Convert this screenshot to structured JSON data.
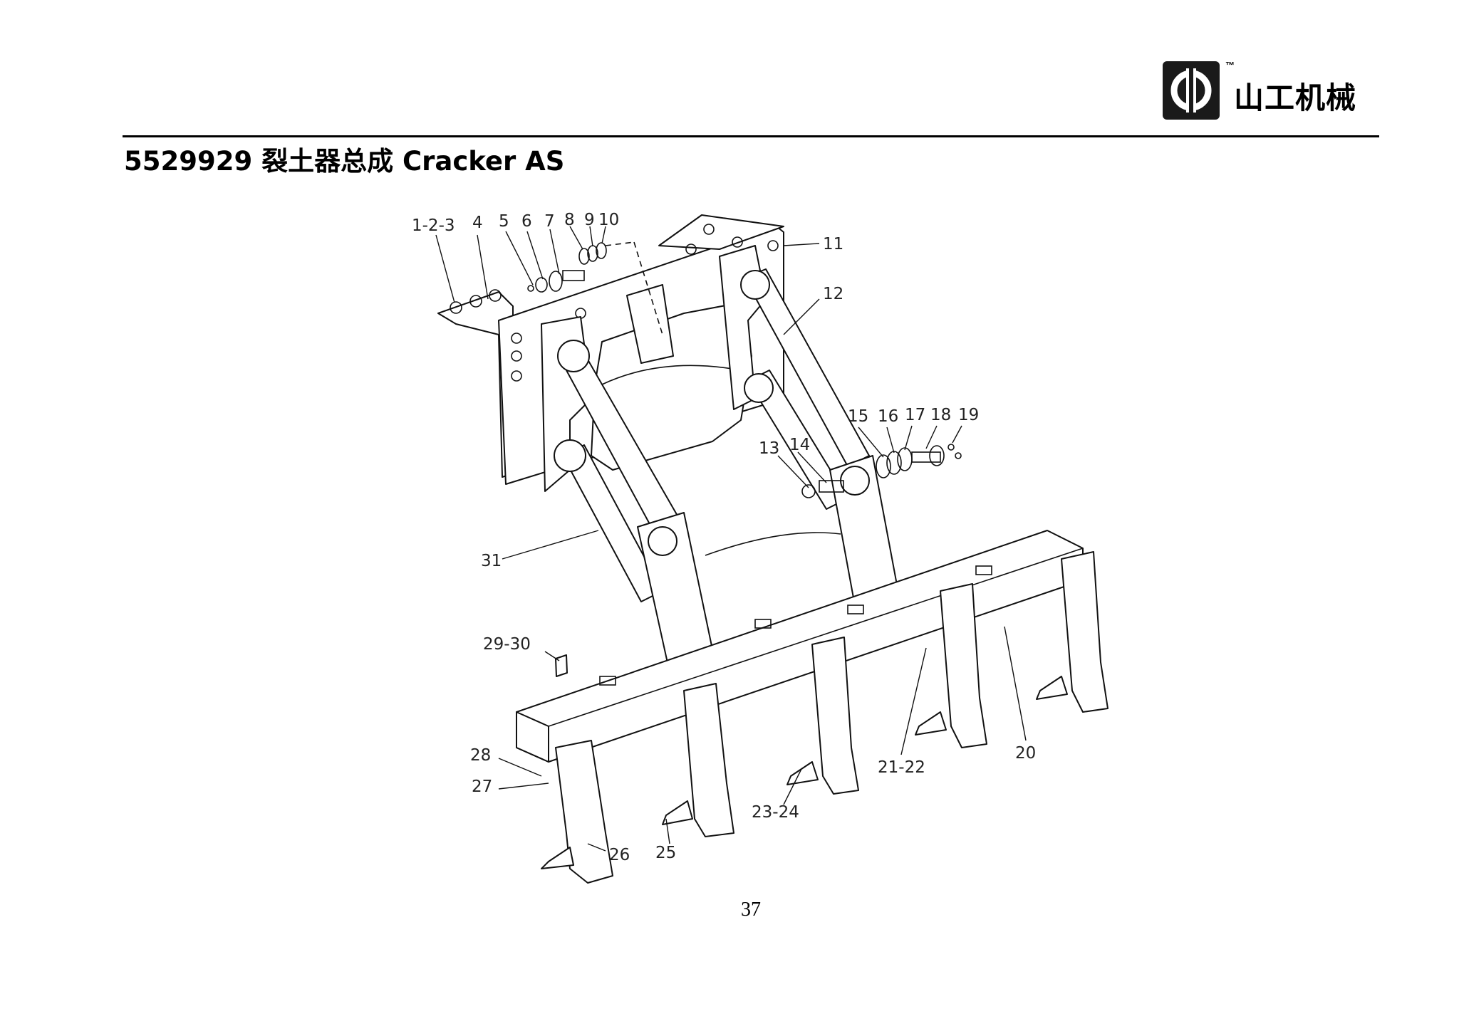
{
  "header": {
    "brand_text": "山工机械",
    "brand_tm": "™",
    "title": "5529929 裂土器总成  Cracker AS"
  },
  "callouts": [
    "1-2-3",
    "4",
    "5",
    "6",
    "7",
    "8",
    "9",
    "10",
    "11",
    "12",
    "13",
    "14",
    "15",
    "16",
    "17",
    "18",
    "19",
    "20",
    "21-22",
    "23-24",
    "25",
    "26",
    "27",
    "28",
    "29-30",
    "31"
  ],
  "footer": {
    "page_number": "37"
  },
  "colors": {
    "ink": "#111111",
    "logo_bg": "#1a1a1a",
    "paper": "#ffffff"
  },
  "icons": {
    "logo": "shantui-logo-icon"
  }
}
